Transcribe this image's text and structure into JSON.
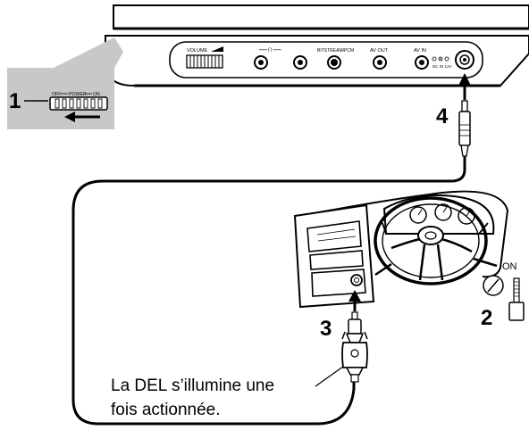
{
  "steps": {
    "one": "1",
    "two": "2",
    "three": "3",
    "four": "4"
  },
  "switch": {
    "off": "OFF",
    "power": "POWER",
    "on": "ON"
  },
  "ports": {
    "volume": "VOLUME",
    "headphones": "—∩—",
    "bitstream": "BITSTREAM/PCM",
    "av_out": "AV OUT",
    "av_in": "AV IN",
    "dc_in": "DC IN 12V"
  },
  "ignition": {
    "on": "ON"
  },
  "caption": {
    "line1": "La DEL s’illumine une",
    "line2": "fois actionnée."
  },
  "colors": {
    "ink": "#000000",
    "zoom_panel": "#c8c8c8",
    "paper": "#ffffff"
  }
}
